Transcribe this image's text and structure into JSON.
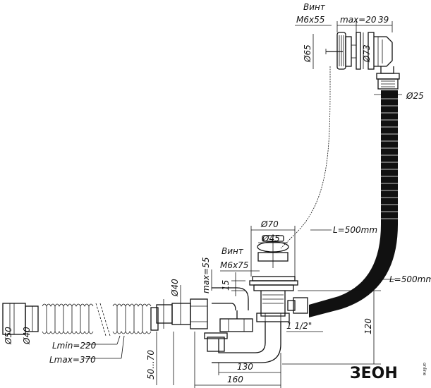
{
  "labels": {
    "vint_top": "Винт",
    "m6x55": "M6x55",
    "max20": "max=20",
    "dim39": "39",
    "d65": "Ø65",
    "d73": "Ø73",
    "d25": "Ø25",
    "l500_chain": "L=500mm",
    "l500_hose": "L=500mm",
    "d70": "Ø70",
    "d45": "Ø45",
    "vint_mid": "Винт",
    "m6x75": "M6x75",
    "max55": "max=55",
    "d40_pipe": "Ø40",
    "dim15": "15",
    "d50": "Ø50",
    "d40_left": "Ø40",
    "lmin": "Lmin=220",
    "lmax": "Lmax=370",
    "dim50_70": "50...70",
    "dim130": "130",
    "dim160": "160",
    "dim120": "120",
    "thread": "1 1/2\""
  },
  "logo": {
    "text": "ЗЕОН",
    "small": "online"
  }
}
